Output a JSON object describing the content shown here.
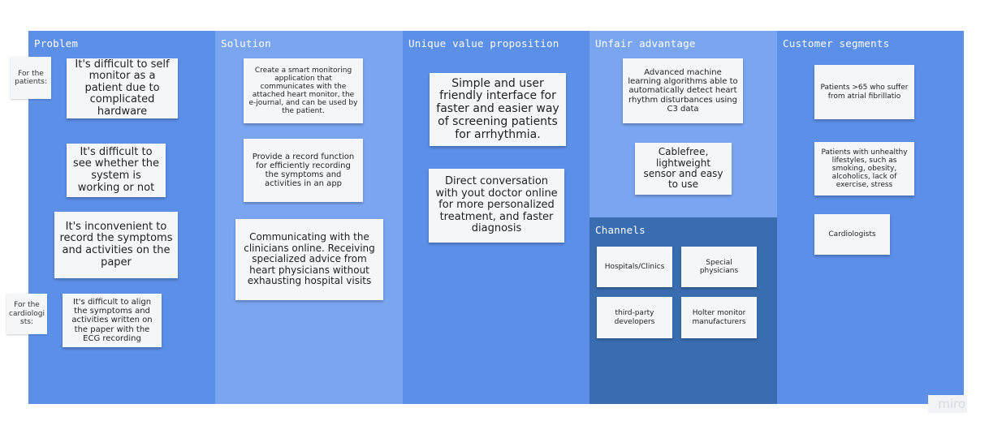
{
  "columns": {
    "problem": "Problem",
    "solution": "Solution",
    "uvp": "Unique value proposition",
    "unfair": "Unfair advantage",
    "channels": "Channels",
    "segments": "Customer segments"
  },
  "side_labels": {
    "patients": "For the patients:",
    "cardiologists": "For the cardiologi sts:"
  },
  "problem_notes": [
    "It's difficult to self monitor as a patient due to complicated hardware",
    "It's difficult to see whether the system is working or not",
    "It's inconvenient to record the symptoms and activities on the paper",
    "It's difficult to align the symptoms and activities written on the paper with the ECG recording"
  ],
  "solution_notes": [
    "Create a smart monitoring application that communicates with the attached heart monitor, the e-journal, and can be used by the patient.",
    "Provide a record function for efficiently recording the symptoms and activities in an app",
    "Communicating with the clinicians online. Receiving specialized advice from heart physicians without exhausting hospital visits"
  ],
  "uvp_notes": [
    "Simple and user friendly interface for faster and easier way of screening patients for arrhythmia.",
    "Direct conversation with yout doctor online for more personalized treatment, and faster diagnosis"
  ],
  "unfair_notes": [
    "Advanced machine learning algorithms able to automatically detect heart rhythm disturbances using C3 data",
    "Cablefree, lightweight sensor and easy to use"
  ],
  "channel_notes": [
    "Hospitals/Clinics",
    "Special physicians",
    "third-party developers",
    "Holter monitor manufacturers"
  ],
  "segment_notes": [
    "Patients >65 who suffer from atrial fibrillatio",
    "Patients with unhealthy lifestyles, such as smoking, obesity, alcoholics, lack of exercise, stress",
    "Cardiologists"
  ],
  "logo": "miro",
  "colors": {
    "problem": "#5b8fe8",
    "solution": "#7aa5f0",
    "uvp": "#5b8fe8",
    "unfair": "#7aa5f0",
    "channels": "#3a6db0",
    "segments": "#5b8fe8",
    "note": "#f5f6f8"
  }
}
